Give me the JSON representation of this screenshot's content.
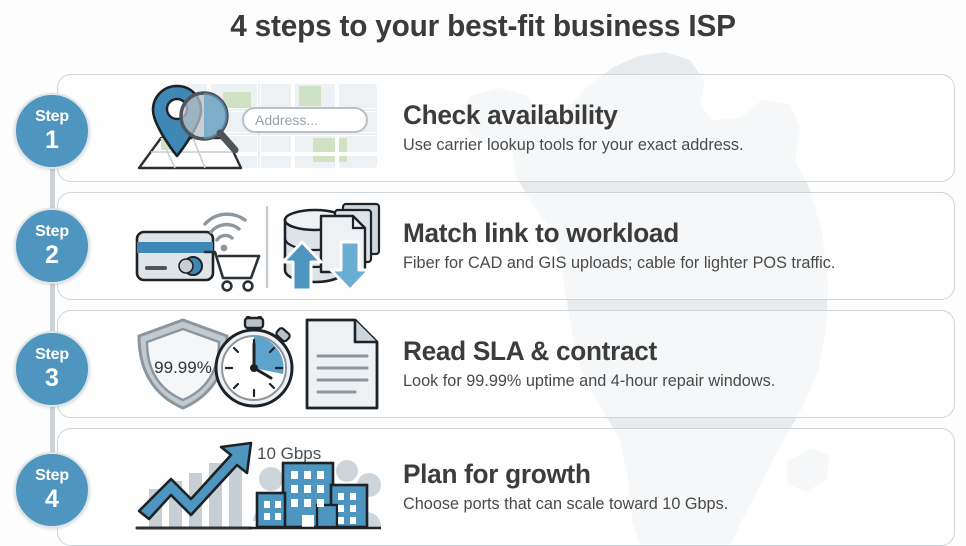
{
  "page": {
    "title": "4 steps to your best-fit business ISP",
    "background_watermark": "michigan-map-silhouette",
    "accent_color": "#4e95bf",
    "card_border_color": "#cfd5d9",
    "title_color": "#3b3b3b",
    "rail_color": "#ccd2d6"
  },
  "steps": [
    {
      "badge_word": "Step",
      "badge_number": "1",
      "heading": "Check availability",
      "body": "Use carrier lookup tools for your exact address.",
      "icons": [
        "map-grid-icon",
        "location-pin-icon",
        "magnifier-icon",
        "address-search-box"
      ],
      "icon_label": "Address..."
    },
    {
      "badge_word": "Step",
      "badge_number": "2",
      "heading": "Match link to workload",
      "body": "Fiber for CAD and GIS uploads; cable for lighter POS traffic.",
      "icons": [
        "credit-card-icon",
        "wifi-icon",
        "shopping-cart-icon",
        "database-icon",
        "documents-icon",
        "upload-arrow-icon",
        "download-arrow-icon"
      ],
      "icon_label": ""
    },
    {
      "badge_word": "Step",
      "badge_number": "3",
      "heading": "Read SLA & contract",
      "body": "Look for 99.99% uptime and 4-hour repair windows.",
      "icons": [
        "shield-icon",
        "stopwatch-icon",
        "document-icon"
      ],
      "icon_label": "99.99%"
    },
    {
      "badge_word": "Step",
      "badge_number": "4",
      "heading": "Plan for growth",
      "body": "Choose ports that can scale toward 10 Gbps.",
      "icons": [
        "growth-arrow-chart-icon",
        "buildings-icon",
        "people-icon"
      ],
      "icon_label": "10 Gbps"
    }
  ]
}
